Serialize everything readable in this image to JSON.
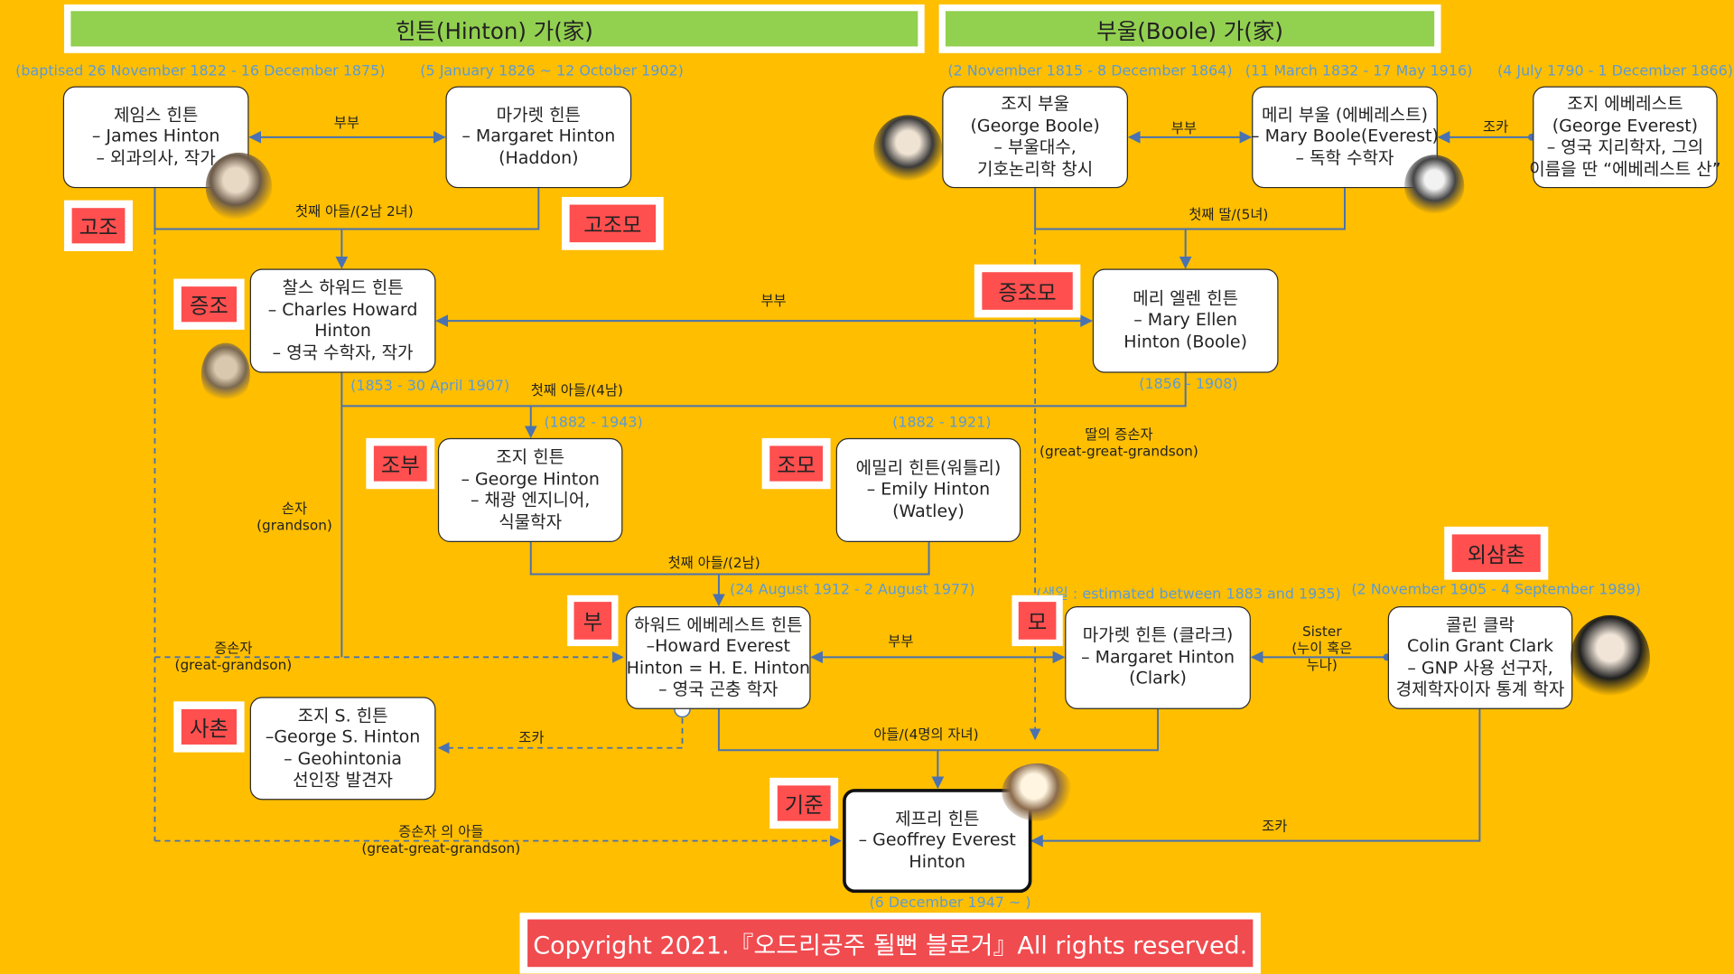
{
  "families": {
    "hinton": "힌튼(Hinton) 가(家)",
    "boole": "부울(Boole) 가(家)"
  },
  "people": {
    "james": {
      "lines": [
        "제임스 힌튼",
        "– James Hinton",
        "– 외과의사, 작가"
      ],
      "dates": "(baptised 26 November 1822  -  16 December 1875)"
    },
    "margaret_haddon": {
      "lines": [
        "마가렛 힌튼",
        "– Margaret Hinton",
        "(Haddon)"
      ],
      "dates": "(5 January 1826 ~ 12 October 1902)"
    },
    "george_boole": {
      "lines": [
        "조지 부울",
        "(George Boole)",
        "– 부울대수,",
        "기호논리학 창시"
      ],
      "dates": "(2 November 1815  -  8 December 1864)"
    },
    "mary_boole": {
      "lines": [
        "메리 부울 (에베레스트)",
        "– Mary Boole(Everest)",
        "– 독학 수학자"
      ],
      "dates": "(11 March 1832  -  17 May 1916)"
    },
    "george_everest": {
      "lines": [
        "조지 에베레스트",
        "(George Everest)",
        "– 영국 지리학자, 그의",
        "이름을 딴 “에베레스트 산”"
      ],
      "dates": "(4 July 1790  -  1 December 1866)"
    },
    "charles": {
      "lines": [
        "찰스 하워드 힌튼",
        "– Charles Howard",
        "Hinton",
        "– 영국 수학자, 작가"
      ],
      "dates": "(1853  -  30 April 1907)"
    },
    "mary_ellen": {
      "lines": [
        "메리 엘렌 힌튼",
        "– Mary Ellen",
        "Hinton (Boole)"
      ],
      "dates": "(1856 - 1908)"
    },
    "george_hinton": {
      "lines": [
        "조지 힌튼",
        "– George Hinton",
        "– 채광 엔지니어,",
        "식물학자"
      ],
      "dates": "(1882 - 1943)"
    },
    "emily": {
      "lines": [
        "에밀리 힌튼(워틀리)",
        "– Emily Hinton",
        "(Watley)"
      ],
      "dates": "(1882 - 1921)"
    },
    "howard": {
      "lines": [
        "하워드 에베레스트 힌튼",
        "–Howard Everest",
        "Hinton = H. E. Hinton",
        "– 영국 곤충 학자"
      ],
      "dates": "(24 August 1912  -  2 August 1977)"
    },
    "margaret_clark": {
      "lines": [
        "마가렛 힌튼 (클라크)",
        "– Margaret Hinton",
        "(Clark)"
      ],
      "dates": "(생일 : estimated between 1883 and 1935)"
    },
    "colin": {
      "lines": [
        "콜린 클락",
        "Colin  Grant Clark",
        "– GNP 사용 선구자,",
        "경제학자이자 통계 학자"
      ],
      "dates": "(2 November 1905  -  4 September 1989)"
    },
    "george_s": {
      "lines": [
        "조지 S. 힌튼",
        "–George S. Hinton",
        "– Geohintonia",
        "선인장 발견자"
      ]
    },
    "geoffrey": {
      "lines": [
        "제프리 힌튼",
        "– Geoffrey Everest",
        "Hinton"
      ],
      "dates": "(6 December 1947 ~ )"
    }
  },
  "tags": {
    "goso": "고조",
    "gojomo": "고조모",
    "jeungjo": "증조",
    "jeungjomo": "증조모",
    "jobu": "조부",
    "jomo": "조모",
    "bu": "부",
    "mo": "모",
    "oesamchon": "외삼촌",
    "sachon": "사촌",
    "gijun": "기준"
  },
  "relations": {
    "spouse1": "부부",
    "spouse2": "부부",
    "spouse3": "부부",
    "spouse4": "부부",
    "niece": "조카",
    "nephew1": "조카",
    "nephew2": "조카",
    "first_son_2": "첫째 아들/(2남 2녀)",
    "first_daughter": "첫째 딸/(5녀)",
    "first_son_4": "첫째 아들/(4남)",
    "first_son_2b": "첫째 아들/(2남)",
    "children": "아들/(4명의 자녀)",
    "grandson": [
      "손자",
      "(grandson)"
    ],
    "great_grandson": [
      "증손자",
      "(great-grandson)"
    ],
    "ggg_daughter": [
      "딸의 증손자",
      "(great-great-grandson)"
    ],
    "ggg_son": [
      "증손자 의 아들",
      "(great-great-grandson)"
    ],
    "sister": [
      "Sister",
      "(누이 혹은",
      "누나)"
    ]
  },
  "copyright": "Copyright 2021.『오드리공주 될뻔 블로거』All rights reserved.",
  "colors": {
    "background": "#FFBE00",
    "banner": "#92D050",
    "tag": "#FF4F4F",
    "dates": "#5B9BD5",
    "line": "#4A72B0",
    "copyright": "#F04B4F"
  }
}
